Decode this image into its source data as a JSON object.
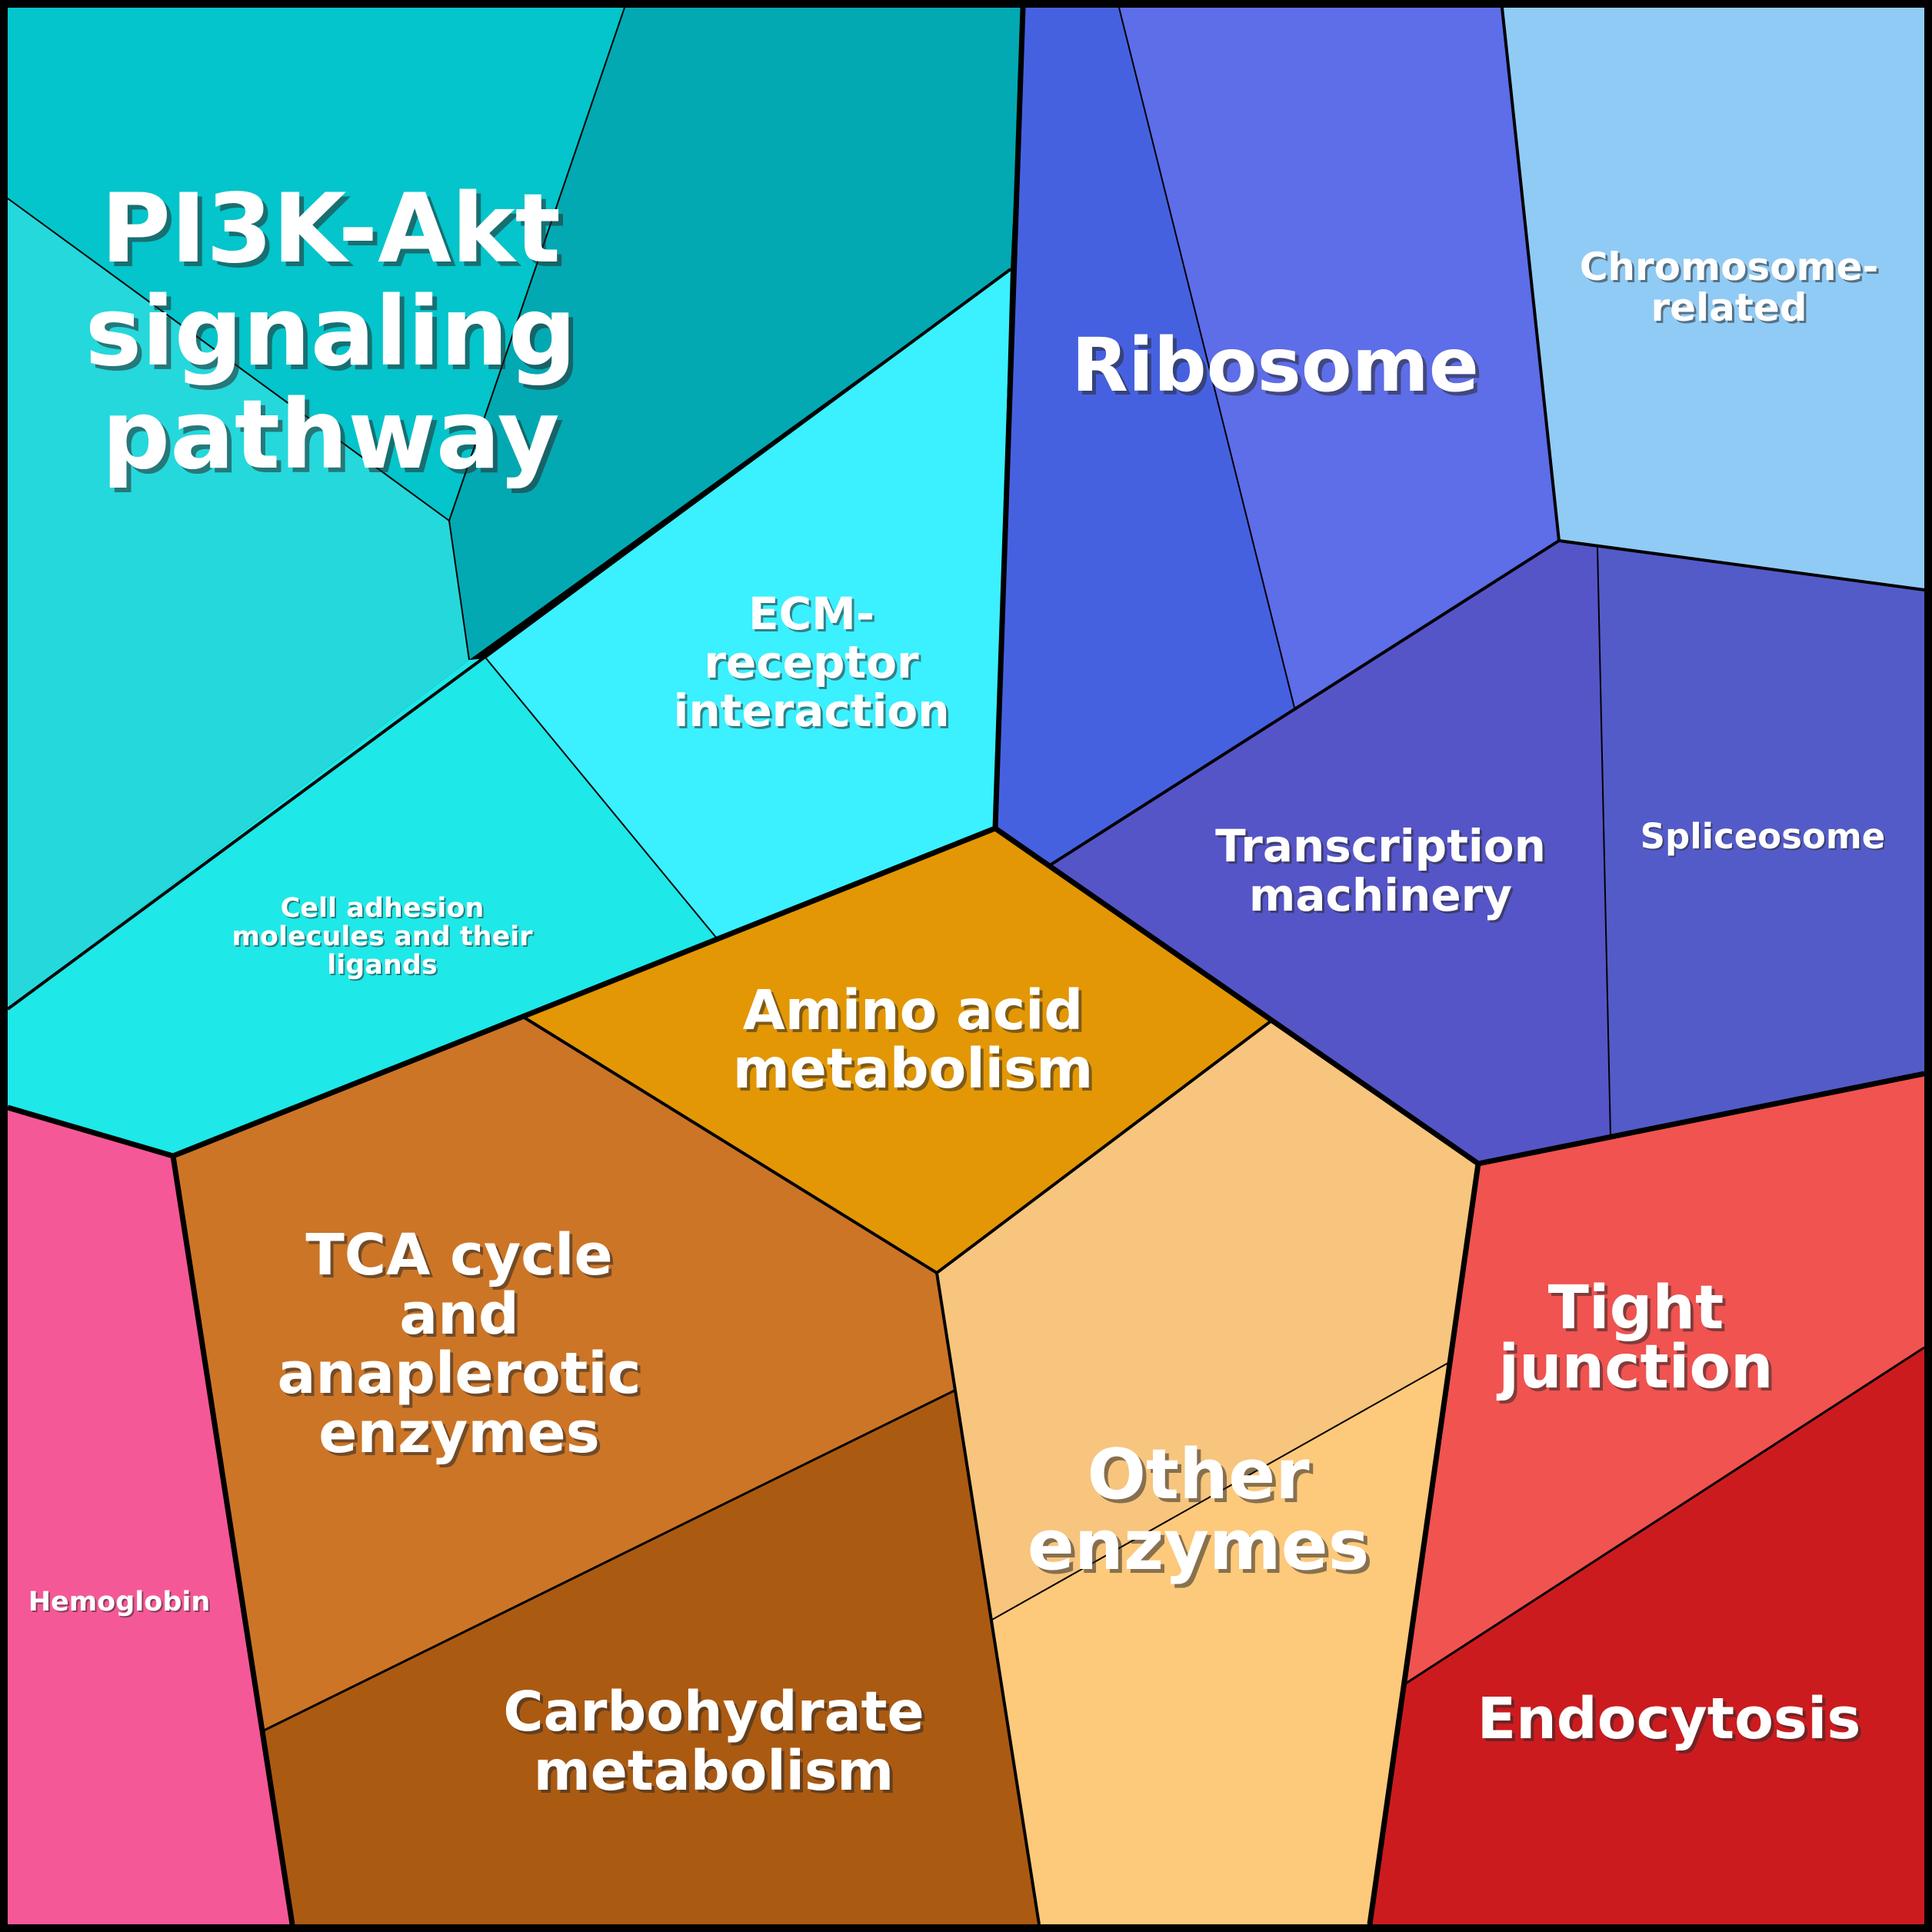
{
  "cells": [
    {
      "id": "pi3k",
      "lines": [
        "PI3K-Akt",
        "signaling",
        "pathway"
      ],
      "color": "#03c5cb"
    },
    {
      "id": "ecm",
      "lines": [
        "ECM-",
        "receptor",
        "interaction"
      ],
      "color": "#3bf0ff"
    },
    {
      "id": "cell_adhesion",
      "lines": [
        "Cell adhesion",
        "molecules and their",
        "ligands"
      ],
      "color": "#1ee8e8"
    },
    {
      "id": "ribosome",
      "lines": [
        "Ribosome"
      ],
      "color": "#5b6ce8"
    },
    {
      "id": "chromosome",
      "lines": [
        "Chromosome-",
        "related"
      ],
      "color": "#90cbf5"
    },
    {
      "id": "transcription",
      "lines": [
        "Transcription",
        "machinery"
      ],
      "color": "#5555c8"
    },
    {
      "id": "spliceosome",
      "lines": [
        "Spliceosome"
      ],
      "color": "#535bc8"
    },
    {
      "id": "amino_acid",
      "lines": [
        "Amino acid",
        "metabolism"
      ],
      "color": "#e39704"
    },
    {
      "id": "tca",
      "lines": [
        "TCA cycle",
        "and",
        "anaplerotic",
        "enzymes"
      ],
      "color": "#cc7526"
    },
    {
      "id": "carbohydrate",
      "lines": [
        "Carbohydrate",
        "metabolism"
      ],
      "color": "#ab5a12"
    },
    {
      "id": "other_enzymes",
      "lines": [
        "Other",
        "enzymes"
      ],
      "color": "#fbc679"
    },
    {
      "id": "hemoglobin",
      "lines": [
        "Hemoglobin"
      ],
      "color": "#f55896"
    },
    {
      "id": "tight_junction",
      "lines": [
        "Tight",
        "junction"
      ],
      "color": "#f05350"
    },
    {
      "id": "endocytosis",
      "lines": [
        "Endocytosis"
      ],
      "color": "#cc1b1f"
    }
  ]
}
